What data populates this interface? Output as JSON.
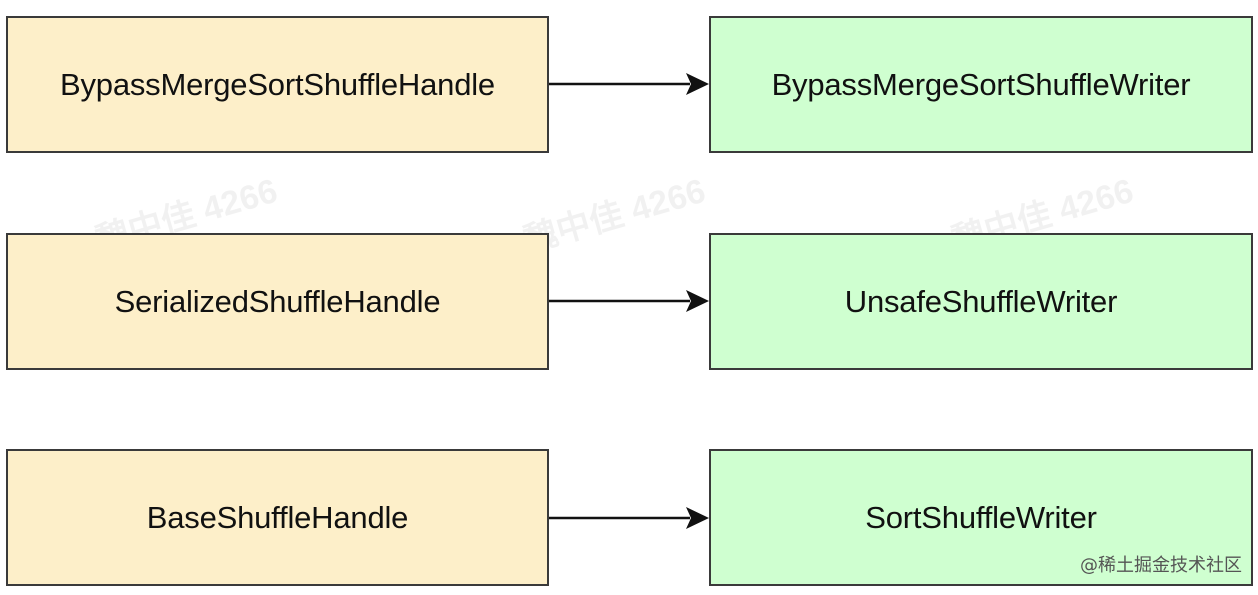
{
  "rows": [
    {
      "handle": "BypassMergeSortShuffleHandle",
      "writer": "BypassMergeSortShuffleWriter"
    },
    {
      "handle": "SerializedShuffleHandle",
      "writer": "UnsafeShuffleWriter"
    },
    {
      "handle": "BaseShuffleHandle",
      "writer": "SortShuffleWriter"
    }
  ],
  "watermark": "魏中佳 4266",
  "credit": "@稀土掘金技术社区",
  "colors": {
    "handle_fill": "#fdefc9",
    "writer_fill": "#cfffd0",
    "border": "#3a3a3a",
    "arrow": "#111111"
  }
}
